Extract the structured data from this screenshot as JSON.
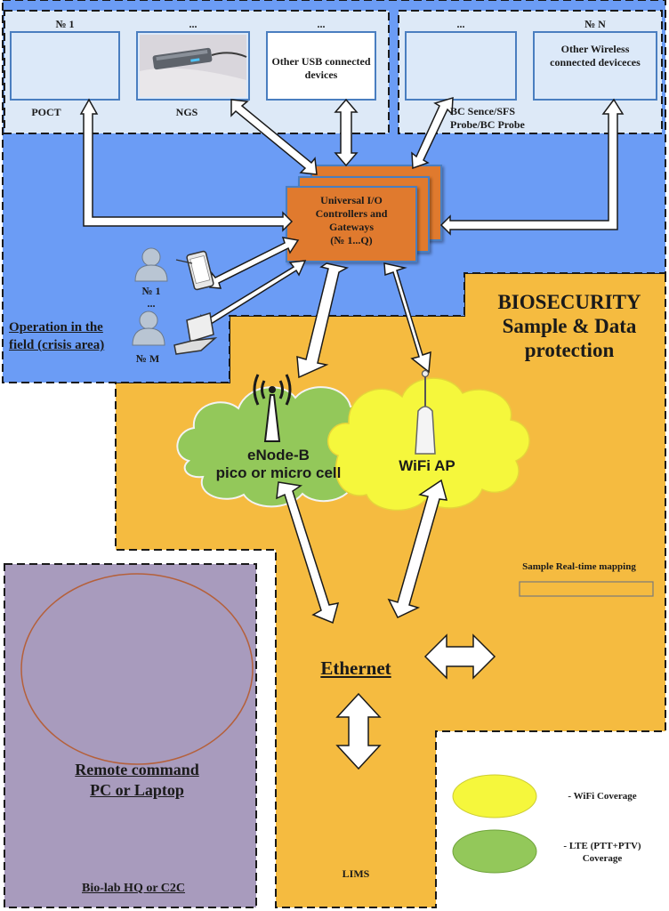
{
  "field_area": {
    "top_section_title": "",
    "device_slots": [
      {
        "number": "№ 1",
        "name": "POCT",
        "content": ""
      },
      {
        "number": "...",
        "name": "NGS",
        "content": ""
      },
      {
        "number": "...",
        "name": "",
        "content": "Other USB connected devices"
      },
      {
        "number": "...",
        "name": "",
        "content": ""
      },
      {
        "number": "№ N",
        "name": "",
        "content": "Other Wireless connected deviceces"
      }
    ],
    "wireless_group_label": "BC Sence/SFS Probe/BC Probe",
    "gateway": {
      "line1": "Universal I/O",
      "line2": "Controllers and",
      "line3": "Gateways",
      "line4": "(№ 1...Q)"
    },
    "users": [
      {
        "label": "№ 1"
      },
      {
        "label": "..."
      },
      {
        "label": "№ M"
      }
    ],
    "operation_label": "Operation in the field (crisis area)"
  },
  "biosecurity": {
    "title_line1": "BIOSECURITY",
    "title_line2": "Sample & Data",
    "title_line3": "protection",
    "enodeb_line1": "eNode-B",
    "enodeb_line2": "pico or micro cell",
    "wifi_label": "WiFi AP",
    "mapping_label": "Sample Real-time mapping",
    "ethernet_label": "Ethernet",
    "lims_label": "LIMS"
  },
  "remote": {
    "title_line1": "Remote command",
    "title_line2": "PC or Laptop",
    "hq_label": "Bio-lab HQ or C2C"
  },
  "legend": {
    "wifi": "- WiFi Coverage",
    "lte_line1": "- LTE (PTT+PTV)",
    "lte_line2": "Coverage"
  },
  "colors": {
    "field_blue": "#6b9cf5",
    "device_panel": "#dde9f7",
    "device_box_border": "#4a7ec0",
    "gateway_orange": "#e07a2e",
    "biosecurity_orange": "#f5bb40",
    "lte_green": "#93c85a",
    "wifi_yellow": "#f5f73c",
    "remote_purple": "#a89bbd"
  }
}
